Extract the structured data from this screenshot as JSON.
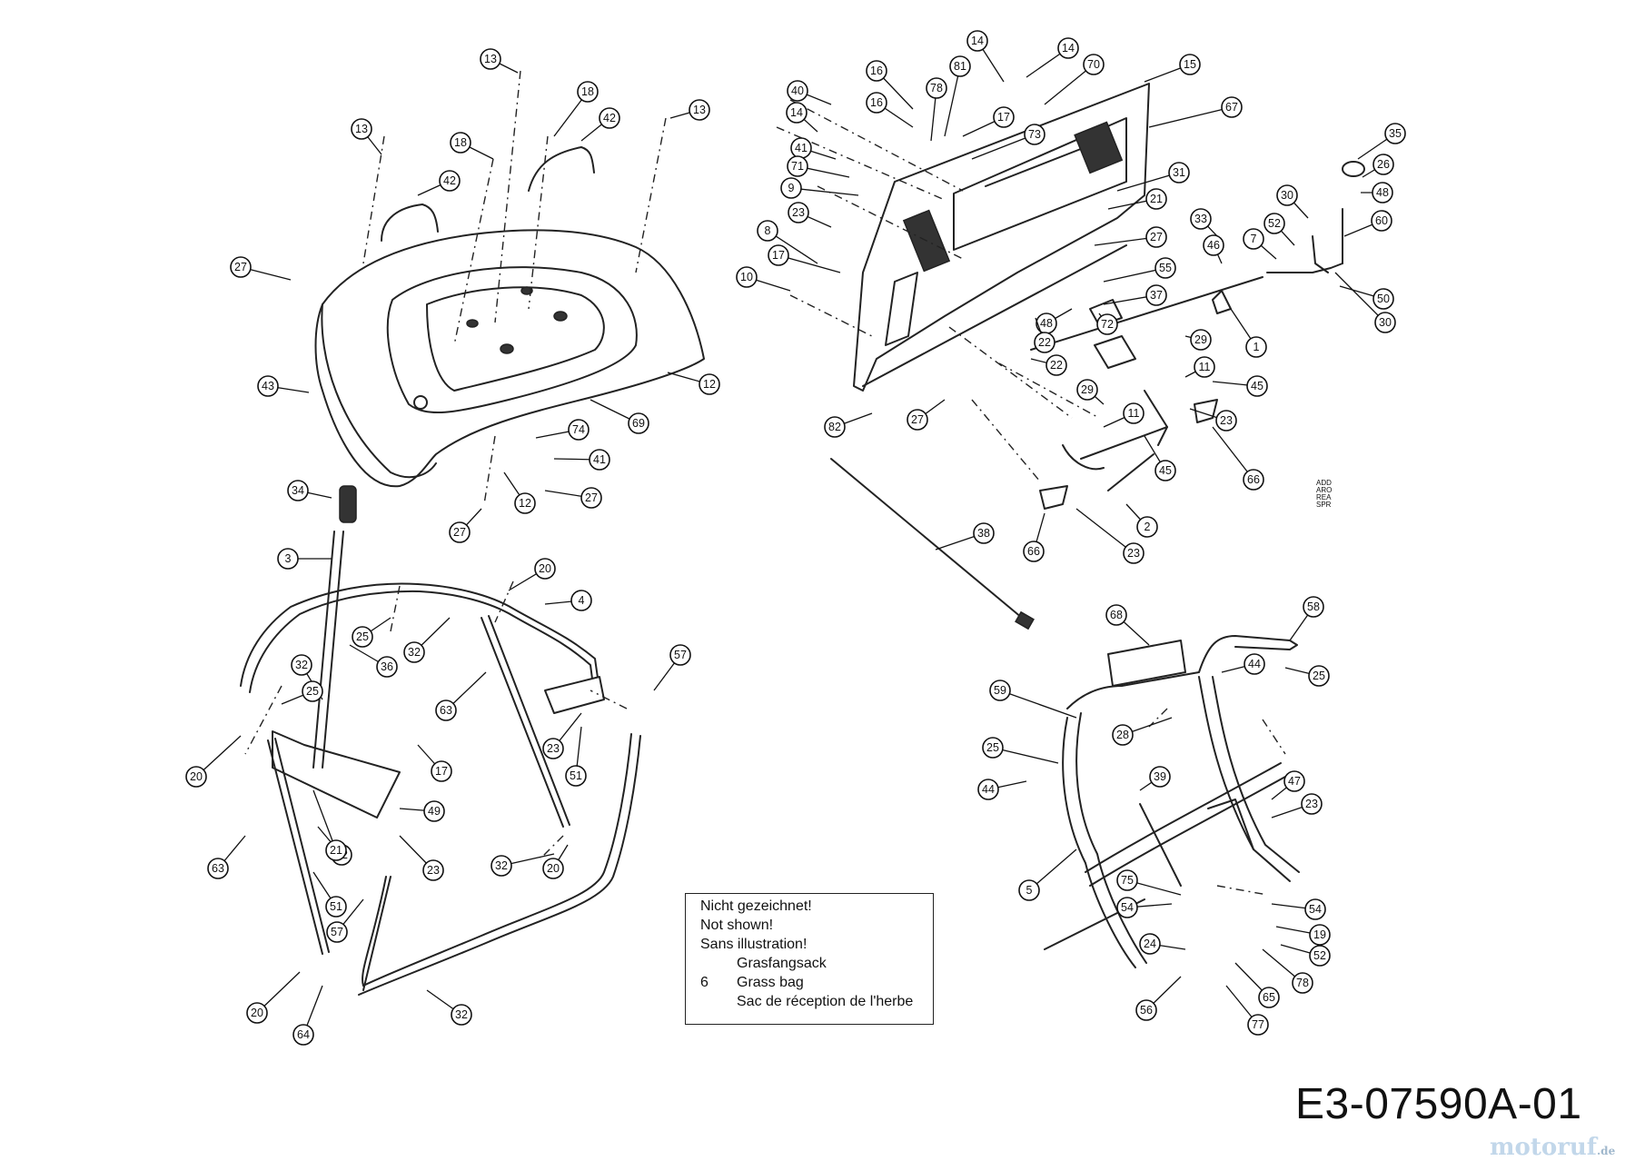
{
  "diagram": {
    "reference_code": "E3-07590A-01",
    "watermark": "motoruf",
    "watermark_suffix": ".de",
    "side_note": [
      "ADD",
      "ARO",
      "REA",
      "SPR"
    ],
    "note_box": {
      "header": [
        "Nicht gezeichnet!",
        "Not shown!",
        "Sans illustration!"
      ],
      "item_number": "6",
      "item_names": [
        "Grasfangsack",
        "Grass bag",
        "Sac de réception de l'herbe"
      ]
    },
    "callouts": [
      "13",
      "13",
      "13",
      "18",
      "18",
      "42",
      "42",
      "27",
      "43",
      "12",
      "69",
      "74",
      "41",
      "27",
      "12",
      "27",
      "14",
      "14",
      "70",
      "15",
      "67",
      "16",
      "16",
      "81",
      "78",
      "40",
      "14",
      "17",
      "73",
      "41",
      "71",
      "9",
      "23",
      "8",
      "17",
      "10",
      "31",
      "21",
      "27",
      "55",
      "37",
      "72",
      "48",
      "22",
      "22",
      "82",
      "27",
      "35",
      "26",
      "48",
      "60",
      "30",
      "52",
      "7",
      "33",
      "46",
      "1",
      "50",
      "30",
      "29",
      "11",
      "45",
      "23",
      "29",
      "11",
      "45",
      "66",
      "2",
      "23",
      "66",
      "38",
      "34",
      "3",
      "20",
      "4",
      "25",
      "32",
      "25",
      "36",
      "32",
      "63",
      "57",
      "20",
      "23",
      "51",
      "17",
      "49",
      "63",
      "32",
      "21",
      "23",
      "51",
      "57",
      "32",
      "20",
      "20",
      "64",
      "32",
      "68",
      "58",
      "44",
      "25",
      "59",
      "28",
      "25",
      "44",
      "39",
      "47",
      "23",
      "5",
      "75",
      "54",
      "54",
      "19",
      "52",
      "24",
      "78",
      "65",
      "56",
      "77"
    ]
  }
}
